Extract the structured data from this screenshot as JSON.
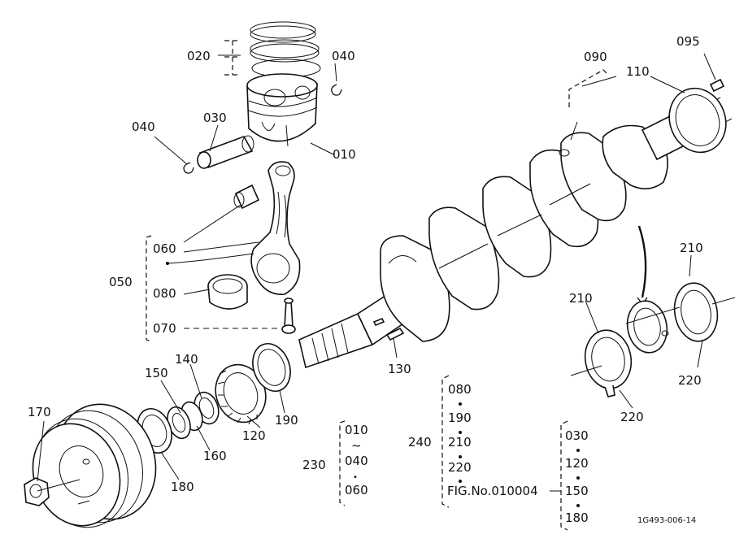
{
  "callouts": {
    "c010": "010",
    "c020": "020",
    "c030": "030",
    "c040a": "040",
    "c040b": "040",
    "c050": "050",
    "c060": "060",
    "c070": "070",
    "c080": "080",
    "c090": "090",
    "c095": "095",
    "c110": "110",
    "c120": "120",
    "c130": "130",
    "c140": "140",
    "c150": "150",
    "c160": "160",
    "c170": "170",
    "c180": "180",
    "c190": "190",
    "c210a": "210",
    "c210b": "210",
    "c220a": "220",
    "c220b": "220"
  },
  "group_230": {
    "number": "230",
    "items": [
      "010",
      "040",
      "060"
    ],
    "range_mark": "~",
    "separator": "•"
  },
  "group_240": {
    "number": "240",
    "items": [
      "080",
      "190",
      "210",
      "220",
      "FIG.No.010004"
    ]
  },
  "group_fig": {
    "items": [
      "030",
      "120",
      "150",
      "180"
    ]
  },
  "drawing_code": "1G493-006-14"
}
